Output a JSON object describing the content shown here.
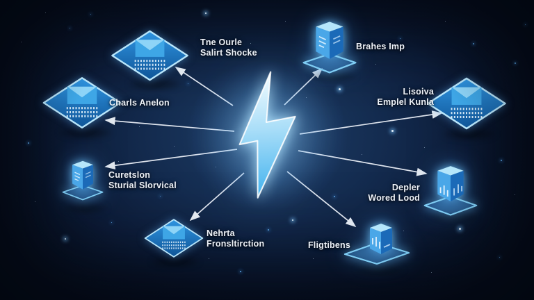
{
  "diagram": {
    "background_color": "#0d1d3a",
    "accent_color": "#5bc0f0",
    "arrow_color": "#e9eef6",
    "label_color": "#edf1f7",
    "center": {
      "icon": "lightning-bolt-icon"
    },
    "nodes": [
      {
        "id": "top-left",
        "icon": "envelope-diamond-icon",
        "label1": "Tne Ourle",
        "label2": "Salirt Shocke"
      },
      {
        "id": "left",
        "icon": "envelope-diamond-icon",
        "label1": "Charls Anelon",
        "label2": ""
      },
      {
        "id": "bottom-left",
        "icon": "server-cube-icon",
        "label1": "Curetslon",
        "label2": "Sturial Slorvical"
      },
      {
        "id": "bottom-center",
        "icon": "envelope-diamond-icon",
        "label1": "Nehrta",
        "label2": "Fronsltirction"
      },
      {
        "id": "top-right",
        "icon": "server-cube-icon",
        "label1": "Brahes Imp",
        "label2": ""
      },
      {
        "id": "right",
        "icon": "envelope-diamond-icon",
        "label1": "Lisoiva",
        "label2": "Emplel Kunla"
      },
      {
        "id": "right-lower",
        "icon": "chart-cube-icon",
        "label1": "Depler",
        "label2": "Wored Lood"
      },
      {
        "id": "bottom-right",
        "icon": "chart-box-icon",
        "label1": "Fligtibens",
        "label2": ""
      }
    ]
  }
}
